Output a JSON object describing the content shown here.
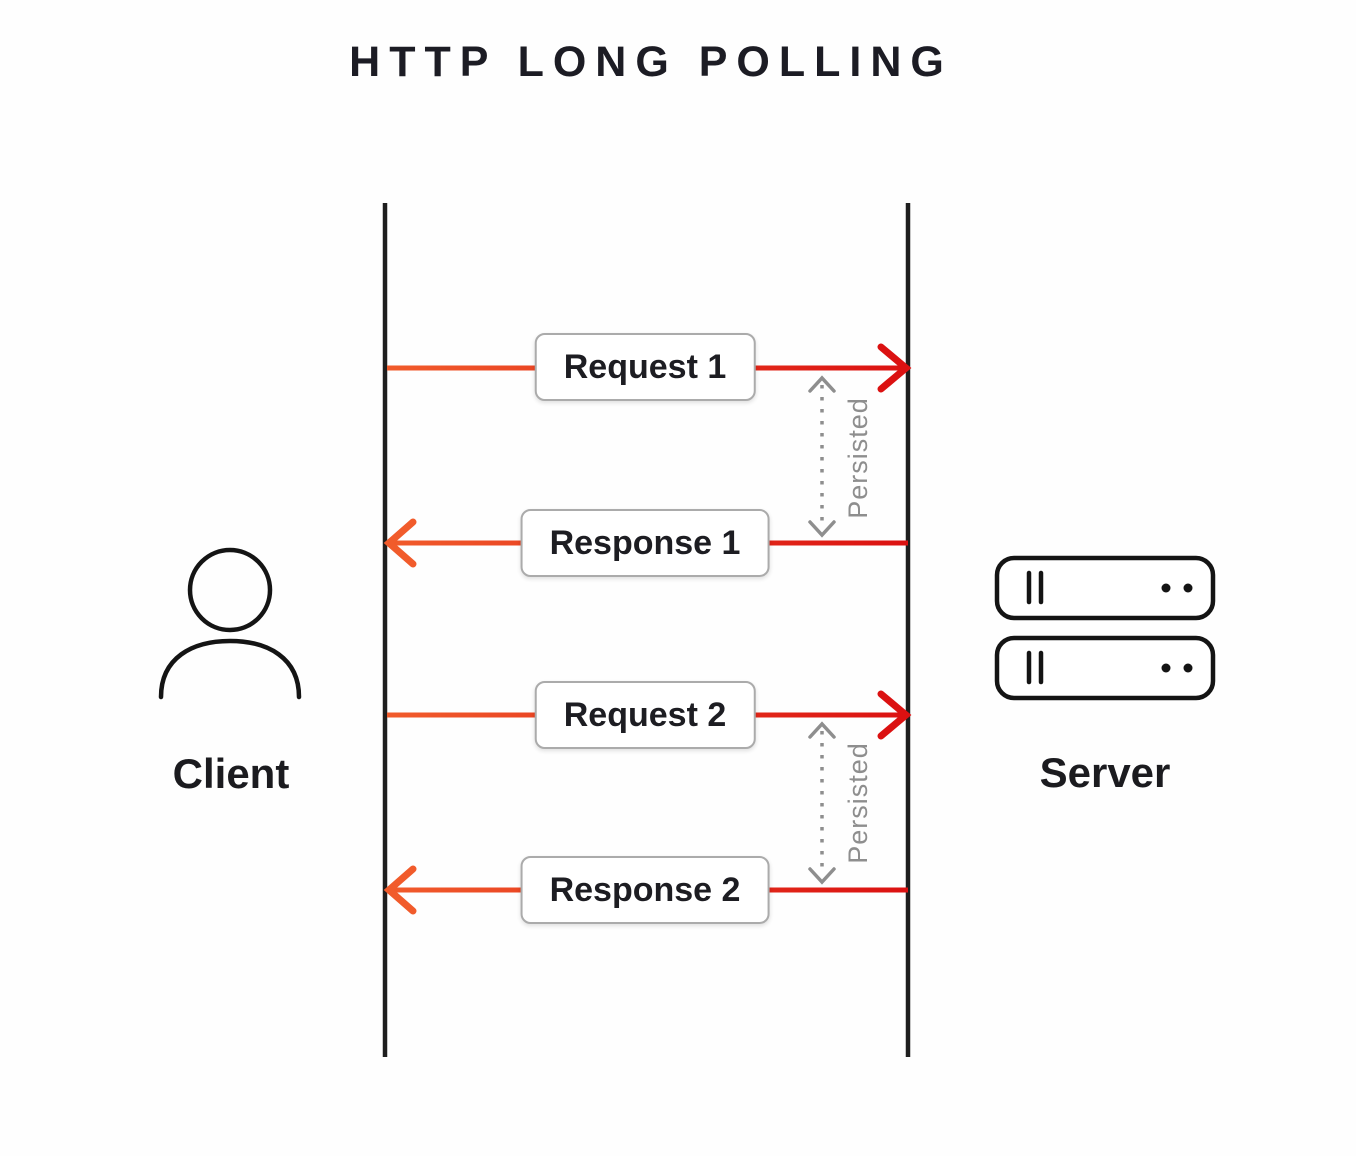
{
  "title": "HTTP LONG POLLING",
  "actors": {
    "client": {
      "label": "Client",
      "icon": "person-icon"
    },
    "server": {
      "label": "Server",
      "icon": "server-stack-icon"
    }
  },
  "messages": [
    {
      "label": "Request 1",
      "direction": "client-to-server"
    },
    {
      "label": "Response 1",
      "direction": "server-to-client"
    },
    {
      "label": "Request 2",
      "direction": "client-to-server"
    },
    {
      "label": "Response 2",
      "direction": "server-to-client"
    }
  ],
  "annotations": [
    {
      "label": "Persisted",
      "between": [
        "Request 1",
        "Response 1"
      ]
    },
    {
      "label": "Persisted",
      "between": [
        "Request 2",
        "Response 2"
      ]
    }
  ],
  "colors": {
    "arrow_orange": "#F15B2B",
    "arrow_red": "#DB1111",
    "annotation_gray": "#8E8E8E",
    "lifeline_black": "#1E1E1E",
    "icon_black": "#141414",
    "box_border_gray": "#ABABAB",
    "text_dark": "#1C1C24"
  }
}
